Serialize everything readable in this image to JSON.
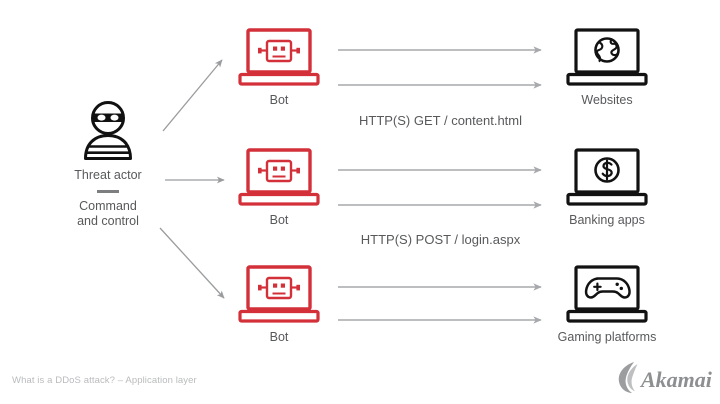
{
  "diagram": {
    "title_caption": "What is a DDoS attack? – Application layer",
    "brand": "Akamai",
    "colors": {
      "bot_red": "#d3303a",
      "target_black": "#121212",
      "text_gray": "#58595b",
      "arrow_gray": "#a7a9ac",
      "caption_gray": "#b9bbbd",
      "background": "#ffffff"
    },
    "source": {
      "label": "Threat actor",
      "sub_label_line1": "Command",
      "sub_label_line2": "and control",
      "icon": "threat-actor-icon"
    },
    "bots": [
      {
        "label": "Bot",
        "icon": "bot-laptop-icon"
      },
      {
        "label": "Bot",
        "icon": "bot-laptop-icon"
      },
      {
        "label": "Bot",
        "icon": "bot-laptop-icon"
      }
    ],
    "targets": [
      {
        "label": "Websites",
        "icon": "globe-laptop-icon"
      },
      {
        "label": "Banking apps",
        "icon": "dollar-laptop-icon"
      },
      {
        "label": "Gaming platforms",
        "icon": "gamepad-laptop-icon"
      }
    ],
    "flows": [
      {
        "label": "HTTP(S) GET / content.html"
      },
      {
        "label": "HTTP(S) POST / login.aspx"
      }
    ],
    "control_arrows": [
      {
        "name": "control-arrow-bot-1",
        "direction": "up-right"
      },
      {
        "name": "control-arrow-bot-2",
        "direction": "right"
      },
      {
        "name": "control-arrow-bot-3",
        "direction": "down-right"
      }
    ],
    "request_arrows": [
      {
        "name": "request-arrow-row1-a"
      },
      {
        "name": "request-arrow-row1-b"
      },
      {
        "name": "request-arrow-row2-a"
      },
      {
        "name": "request-arrow-row2-b"
      },
      {
        "name": "request-arrow-row3-a"
      },
      {
        "name": "request-arrow-row3-b"
      }
    ]
  }
}
